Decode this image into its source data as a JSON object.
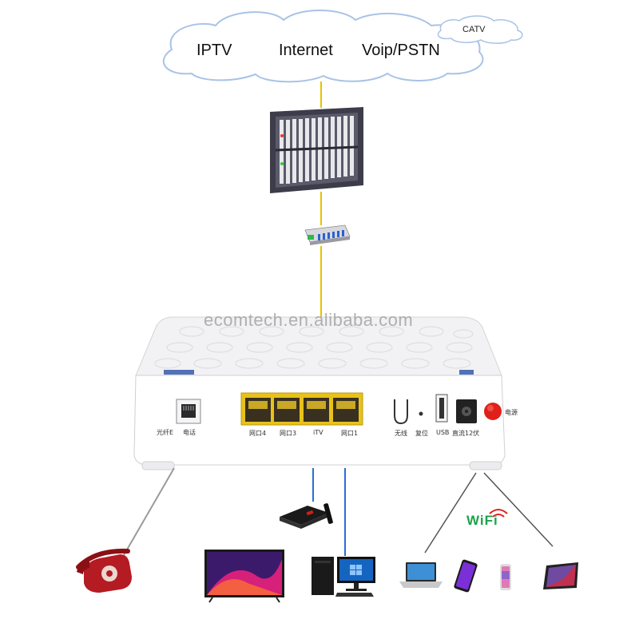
{
  "cloud": {
    "services": [
      "IPTV",
      "Internet",
      "Voip/PSTN"
    ],
    "catv": "CATV"
  },
  "watermark": "ecomtech.en.alibaba.com",
  "ont": {
    "ports": [
      {
        "label": "光纤E"
      },
      {
        "label": "电话"
      },
      {
        "label": "网口4"
      },
      {
        "label": "网口3"
      },
      {
        "label": "iTV"
      },
      {
        "label": "网口1"
      },
      {
        "label": "无线"
      },
      {
        "label": "复位"
      },
      {
        "label": "USB"
      },
      {
        "label": "直流12伏"
      },
      {
        "label": "电源"
      }
    ]
  },
  "wifi_label": "WiFi",
  "colors": {
    "fiber": "#e6c200",
    "ethernet": "#2a6fd6",
    "phone_line": "#9a9a9a",
    "ports": "#e8c21a",
    "power_button": "#e0201a",
    "phone": "#b51b22",
    "wifi": "#1aa34a"
  }
}
